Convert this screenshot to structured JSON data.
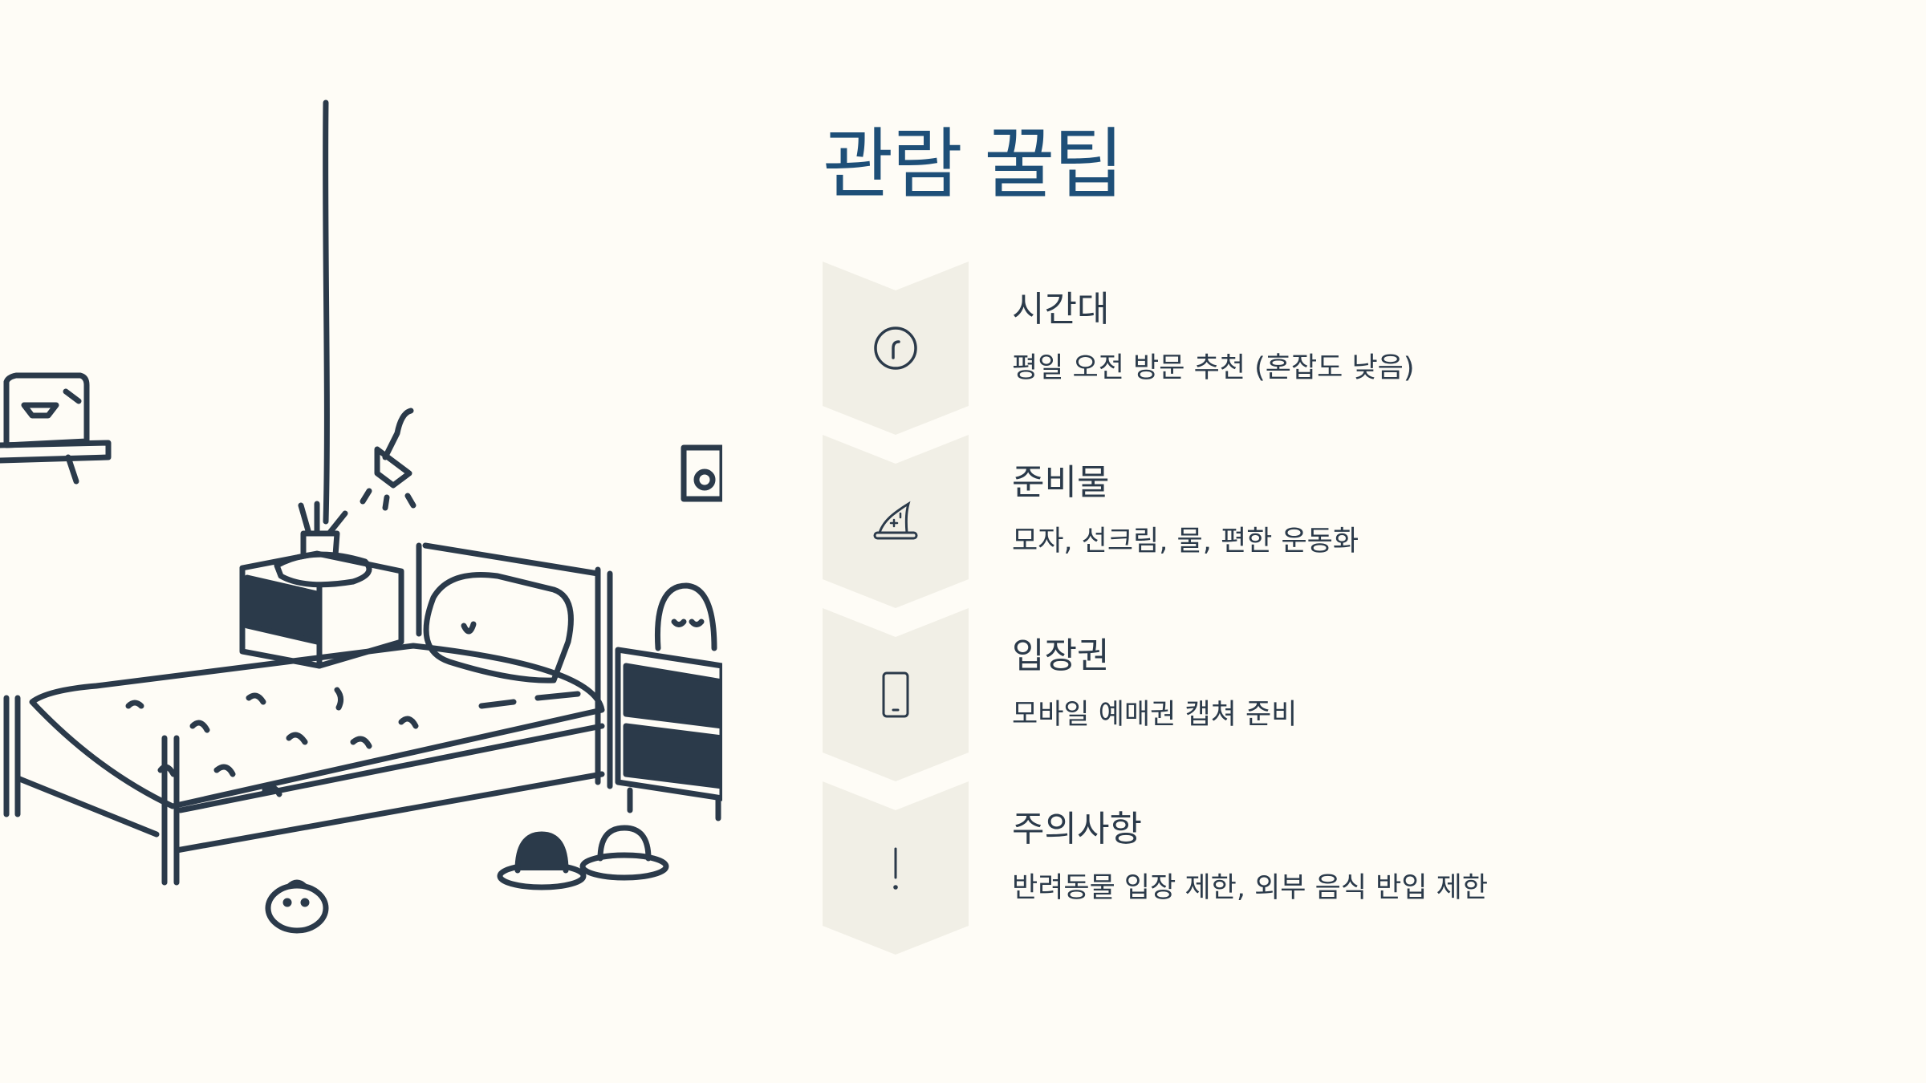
{
  "title": "관람 꿀팁",
  "tips": [
    {
      "title": "시간대",
      "desc": "평일 오전 방문 추천 (혼잡도 낮음)",
      "icon": "clock-icon"
    },
    {
      "title": "준비물",
      "desc": "모자, 선크림, 물, 편한 운동화",
      "icon": "hat-icon"
    },
    {
      "title": "입장권",
      "desc": "모바일 예매권 캡쳐 준비",
      "icon": "phone-icon"
    },
    {
      "title": "주의사항",
      "desc": "반려동물 입장 제한, 외부 음식 반입 제한",
      "icon": "exclamation-icon"
    }
  ],
  "colors": {
    "background": "#fefcf6",
    "title": "#1e4f78",
    "ink": "#2b3a4a",
    "chevron": "#f1efe6"
  }
}
